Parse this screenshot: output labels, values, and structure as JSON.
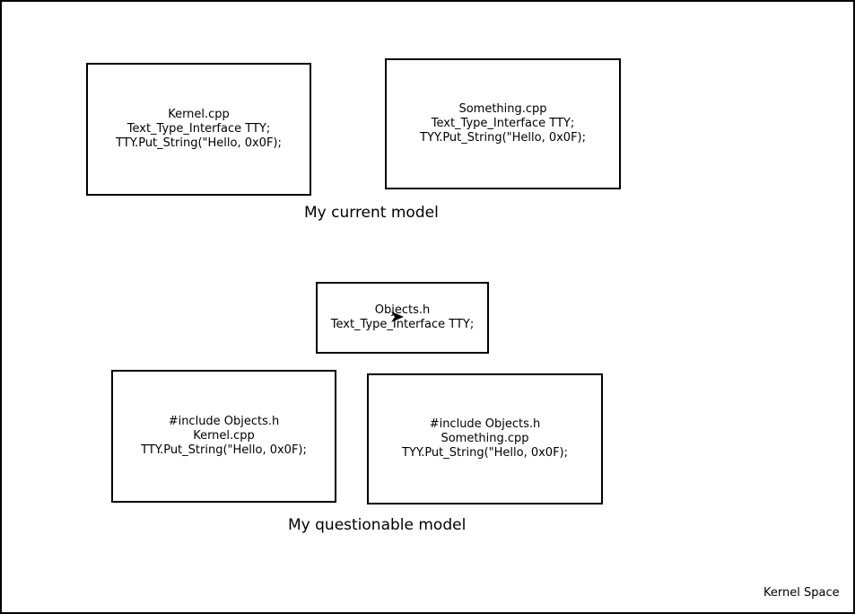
{
  "current_model": {
    "kernel_box": [
      "Kernel.cpp",
      "Text_Type_Interface TTY;",
      "TTY.Put_String(\"Hello, 0x0F);"
    ],
    "something_box": [
      "Something.cpp",
      "Text_Type_Interface TTY;",
      "TYY.Put_String(\"Hello, 0x0F);"
    ],
    "caption": "My current model"
  },
  "questionable_model": {
    "objects_box": [
      "Objects.h",
      "Text_Type_Interface TTY;"
    ],
    "kernel_box": [
      "#include Objects.h",
      "Kernel.cpp",
      "TTY.Put_String(\"Hello, 0x0F);"
    ],
    "something_box": [
      "#include Objects.h",
      "Something.cpp",
      "TYY.Put_String(\"Hello, 0x0F);"
    ],
    "caption": "My questionable model"
  },
  "region_label": "Kernel Space",
  "icons": {
    "cursor": "mouse-pointer-icon"
  }
}
